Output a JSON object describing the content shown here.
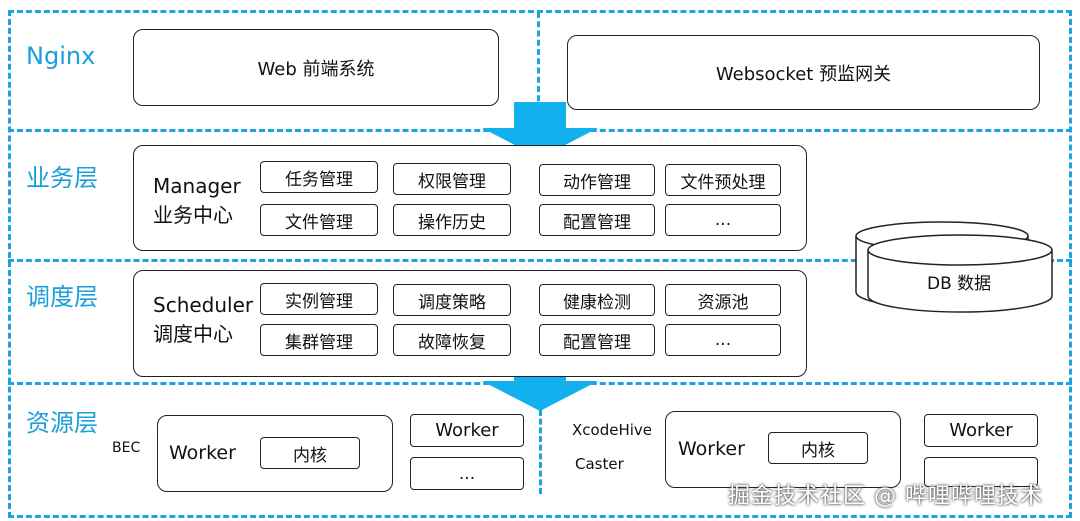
{
  "colors": {
    "accent": "#1fa3df",
    "label": "#1b9fdb",
    "arrow": "#12b0ef"
  },
  "layers": {
    "nginx": "Nginx",
    "business": "业务层",
    "scheduling": "调度层",
    "resource": "资源层"
  },
  "nginx": {
    "web": "Web 前端系统",
    "websocket": "Websocket 预监网关"
  },
  "manager": {
    "title_line1": "Manager",
    "title_line2": "业务中心",
    "items": [
      "任务管理",
      "权限管理",
      "动作管理",
      "文件预处理",
      "文件管理",
      "操作历史",
      "配置管理",
      "..."
    ]
  },
  "scheduler": {
    "title_line1": "Scheduler",
    "title_line2": "调度中心",
    "items": [
      "实例管理",
      "调度策略",
      "健康检测",
      "资源池",
      "集群管理",
      "故障恢复",
      "配置管理",
      "..."
    ]
  },
  "database": {
    "label": "DB 数据"
  },
  "resource": {
    "bec_label": "BEC",
    "left_worker": "Worker",
    "left_kernel": "内核",
    "left_side_worker": "Worker",
    "left_side_more": "...",
    "xcodehive_label": "XcodeHive",
    "caster_label": "Caster",
    "right_worker": "Worker",
    "right_kernel": "内核",
    "right_side_worker": "Worker"
  },
  "watermark": "掘金技术社区 @ 哔哩哔哩技术"
}
